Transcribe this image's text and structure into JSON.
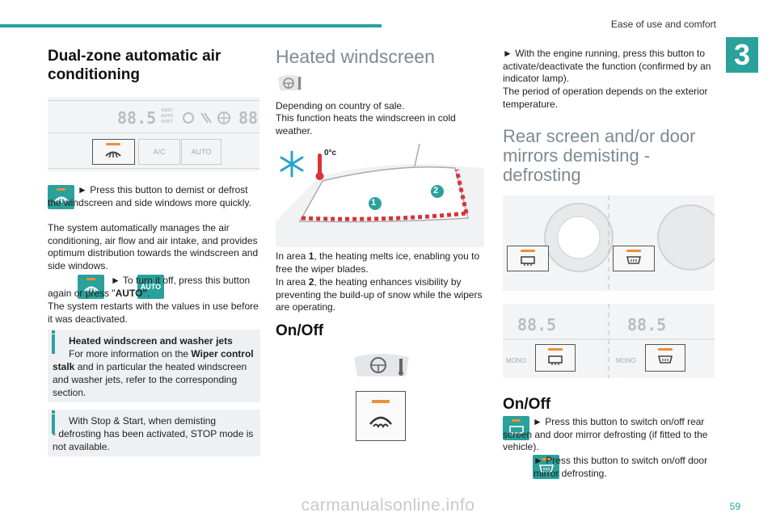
{
  "header": {
    "title": "Ease of use and comfort",
    "chapter": "3",
    "page_number": "59"
  },
  "left": {
    "title": "Dual-zone automatic air conditioning",
    "panel": {
      "lcd_left": "88.5",
      "lcd_right": "88",
      "fast_auto_soft": [
        "FAST",
        "AUTO",
        "SOFT"
      ],
      "btn_ac": "A/C",
      "btn_auto": "AUTO"
    },
    "p1": "► Press this button to demist or defrost the windscreen and side windows more quickly.",
    "p2": "The system automatically manages the air conditioning, air flow and air intake, and provides optimum distribution towards the windscreen and side windows.",
    "auto_icon": "AUTO",
    "p3a": "► To turn it off, press this button again or press \"",
    "p3b": "AUTO\"",
    "p3c": ".",
    "p4": "The system restarts with the values in use before it was deactivated.",
    "note1": {
      "title": "Heated windscreen and washer jets",
      "t1": "For more information on the ",
      "bold": "Wiper control stalk",
      "t2": " and in particular the heated windscreen and washer jets, refer to the corresponding section."
    },
    "note2": {
      "l1": "With Stop & Start, when demisting",
      "l2": "- defrosting has been activated, STOP mode is not available."
    }
  },
  "middle": {
    "title": "Heated windscreen",
    "p1": "Depending on country of sale.",
    "p2": "This function heats the windscreen in cold weather.",
    "temp": "0°c",
    "area1": "1",
    "area2": "2",
    "p3a": "In area ",
    "p3b": "1",
    "p3c": ", the heating melts ice, enabling you to free the wiper blades.",
    "p4a": "In area ",
    "p4b": "2",
    "p4c": ", the heating enhances visibility by preventing the build-up of snow while the wipers are operating.",
    "onoff": "On/Off"
  },
  "right": {
    "p1": "► With the engine running, press this button to activate/deactivate the function (confirmed by an indicator lamp).",
    "p2": "The period of operation depends on the exterior temperature.",
    "title": "Rear screen and/or door mirrors demisting - defrosting",
    "lcd": "88.5",
    "mono": "MONO",
    "onoff": "On/Off",
    "b1": "► Press this button to switch on/off rear screen and door mirror defrosting (if fitted to the vehicle).",
    "b2": "► Press this button to switch on/off door mirror defrosting."
  },
  "footer": {
    "watermark": "carmanualsonline.info"
  },
  "colors": {
    "accent": "#2aa19b",
    "orange": "#e8903a",
    "red": "#d9323a",
    "snow": "#29a3c8"
  }
}
